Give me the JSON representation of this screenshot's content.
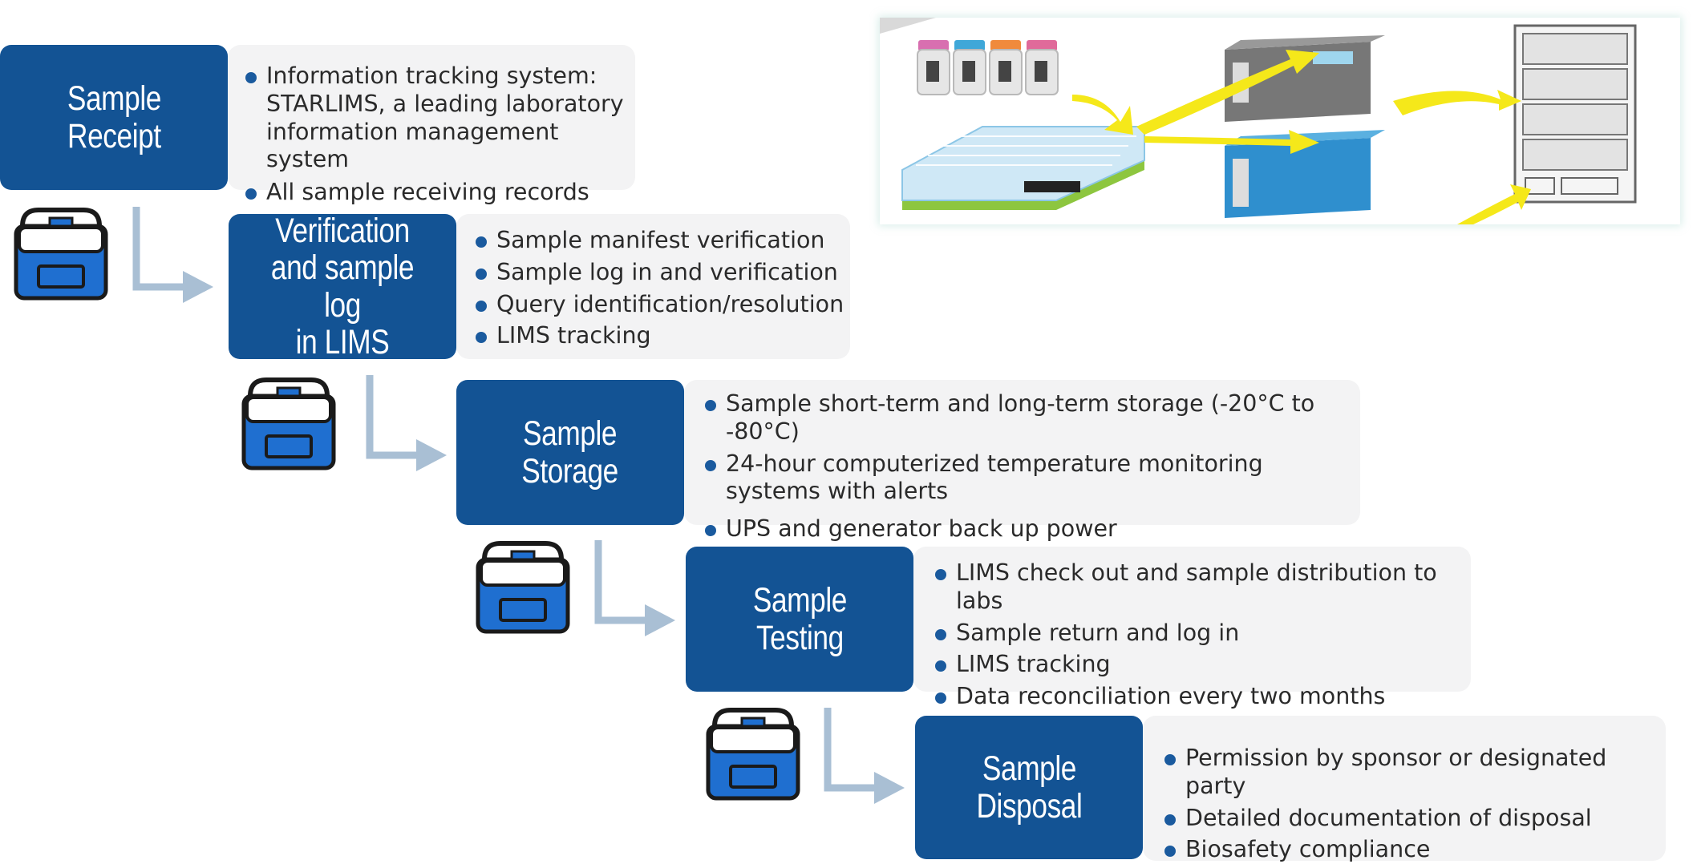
{
  "stages": [
    {
      "title": "Sample\nReceipt",
      "bullets": [
        "Information tracking system: STARLIMS, a leading laboratory information management system",
        "All sample receiving records"
      ]
    },
    {
      "title": "Verification\nand sample log\nin LIMS",
      "bullets": [
        "Sample manifest verification",
        "Sample log in and verification",
        "Query identification/resolution",
        "LIMS tracking"
      ]
    },
    {
      "title": "Sample\nStorage",
      "bullets": [
        "Sample short-term and long-term storage (-20°C to -80°C)",
        "24-hour computerized temperature monitoring systems with alerts",
        "UPS and generator back up power"
      ]
    },
    {
      "title": "Sample\nTesting",
      "bullets": [
        "LIMS check out and sample distribution to labs",
        "Sample return and log in",
        "LIMS tracking",
        "Data reconciliation every two months"
      ]
    },
    {
      "title": "Sample\nDisposal",
      "bullets": [
        "Permission by sponsor or designated party",
        "Detailed documentation of disposal",
        "Biosafety compliance"
      ]
    }
  ],
  "icons": {
    "cooler": "cooler-box-icon",
    "connector": "arrow-right-icon",
    "bullet": "bullet-dot"
  },
  "colors": {
    "stage_fill": "#135394",
    "panel_fill": "#f3f3f4",
    "bullet": "#1a5a9e",
    "connector": "#a9bfd4",
    "cooler_blue": "#1f6fd0",
    "photo_arrow": "#f5e81a"
  }
}
